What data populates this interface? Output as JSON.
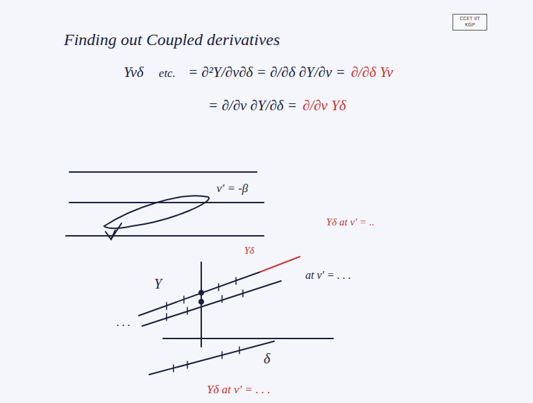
{
  "diagram": {
    "title": "Finding out Coupled derivatives",
    "nodes": [
      {
        "text": [
          "CCET IIT KGP"
        ]
      }
    ],
    "edges": [],
    "labels": [
      "Yvδ",
      "etc.",
      "= ∂²Y/∂v∂δ = ∂/∂δ ∂Y/∂v =",
      "∂/∂δ Yv",
      "= ∂/∂v ∂Y/∂δ =",
      "∂/∂v Yδ",
      "v' = -β",
      "Yδ at v' = ..",
      "Y",
      "Yδ",
      "at v' = . . .",
      ". . .",
      "δ",
      "Yδ at v' = . . ."
    ]
  }
}
